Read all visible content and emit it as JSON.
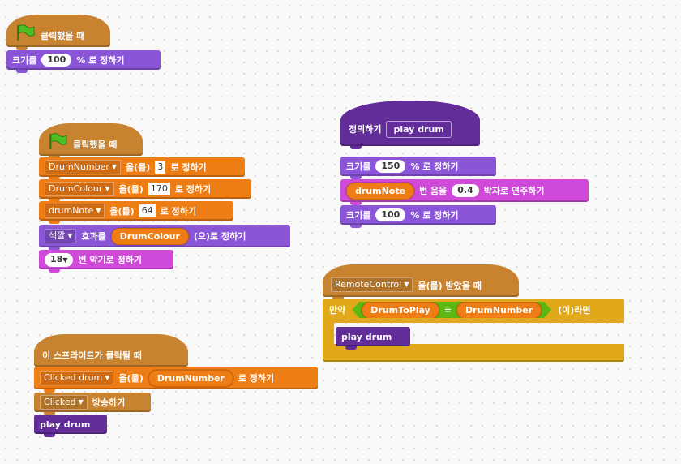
{
  "scripts": [
    {
      "hat": {
        "label": "클릭했을 때",
        "icon": "green-flag-icon"
      },
      "blocks": [
        {
          "pre": "크기를",
          "value": "100",
          "post": "% 로 정하기"
        }
      ]
    },
    {
      "hat": {
        "label": "클릭했을 때",
        "icon": "green-flag-icon"
      },
      "blocks": [
        {
          "var": "DrumNumber",
          "mid": "을(를)",
          "value": "3",
          "post": "로 정하기"
        },
        {
          "var": "DrumColour",
          "mid": "을(를)",
          "value": "170",
          "post": "로 정하기"
        },
        {
          "var": "drumNote",
          "mid": "을(를)",
          "value": "64",
          "post": "로 정하기"
        },
        {
          "effect": "색깔",
          "mid": "효과를",
          "reporter": "DrumColour",
          "post": "(으)로 정하기"
        },
        {
          "value": "18",
          "post": "번 악기로 정하기"
        }
      ]
    },
    {
      "define": {
        "label": "정의하기",
        "param": "play drum"
      },
      "blocks": [
        {
          "pre": "크기를",
          "value": "150",
          "post": "% 로 정하기"
        },
        {
          "reporter": "drumNote",
          "mid": "번 음을",
          "value": "0.4",
          "post": "박자로 연주하기"
        },
        {
          "pre": "크기를",
          "value": "100",
          "post": "% 로 정하기"
        }
      ]
    },
    {
      "hat": {
        "message": "RemoteControl",
        "label": "을(를) 받았을 때"
      },
      "if": {
        "label": "만약",
        "left": "DrumToPlay",
        "op": "=",
        "right": "DrumNumber",
        "post": "(이)라면",
        "inner": "play drum"
      }
    },
    {
      "hat": {
        "label": "이 스프라이트가 클릭될 때"
      },
      "blocks": [
        {
          "var": "Clicked drum",
          "mid": "을(를)",
          "reporter": "DrumNumber",
          "post": "로 정하기"
        },
        {
          "message": "Clicked",
          "post": "방송하기"
        },
        {
          "call": "play drum"
        }
      ]
    }
  ]
}
